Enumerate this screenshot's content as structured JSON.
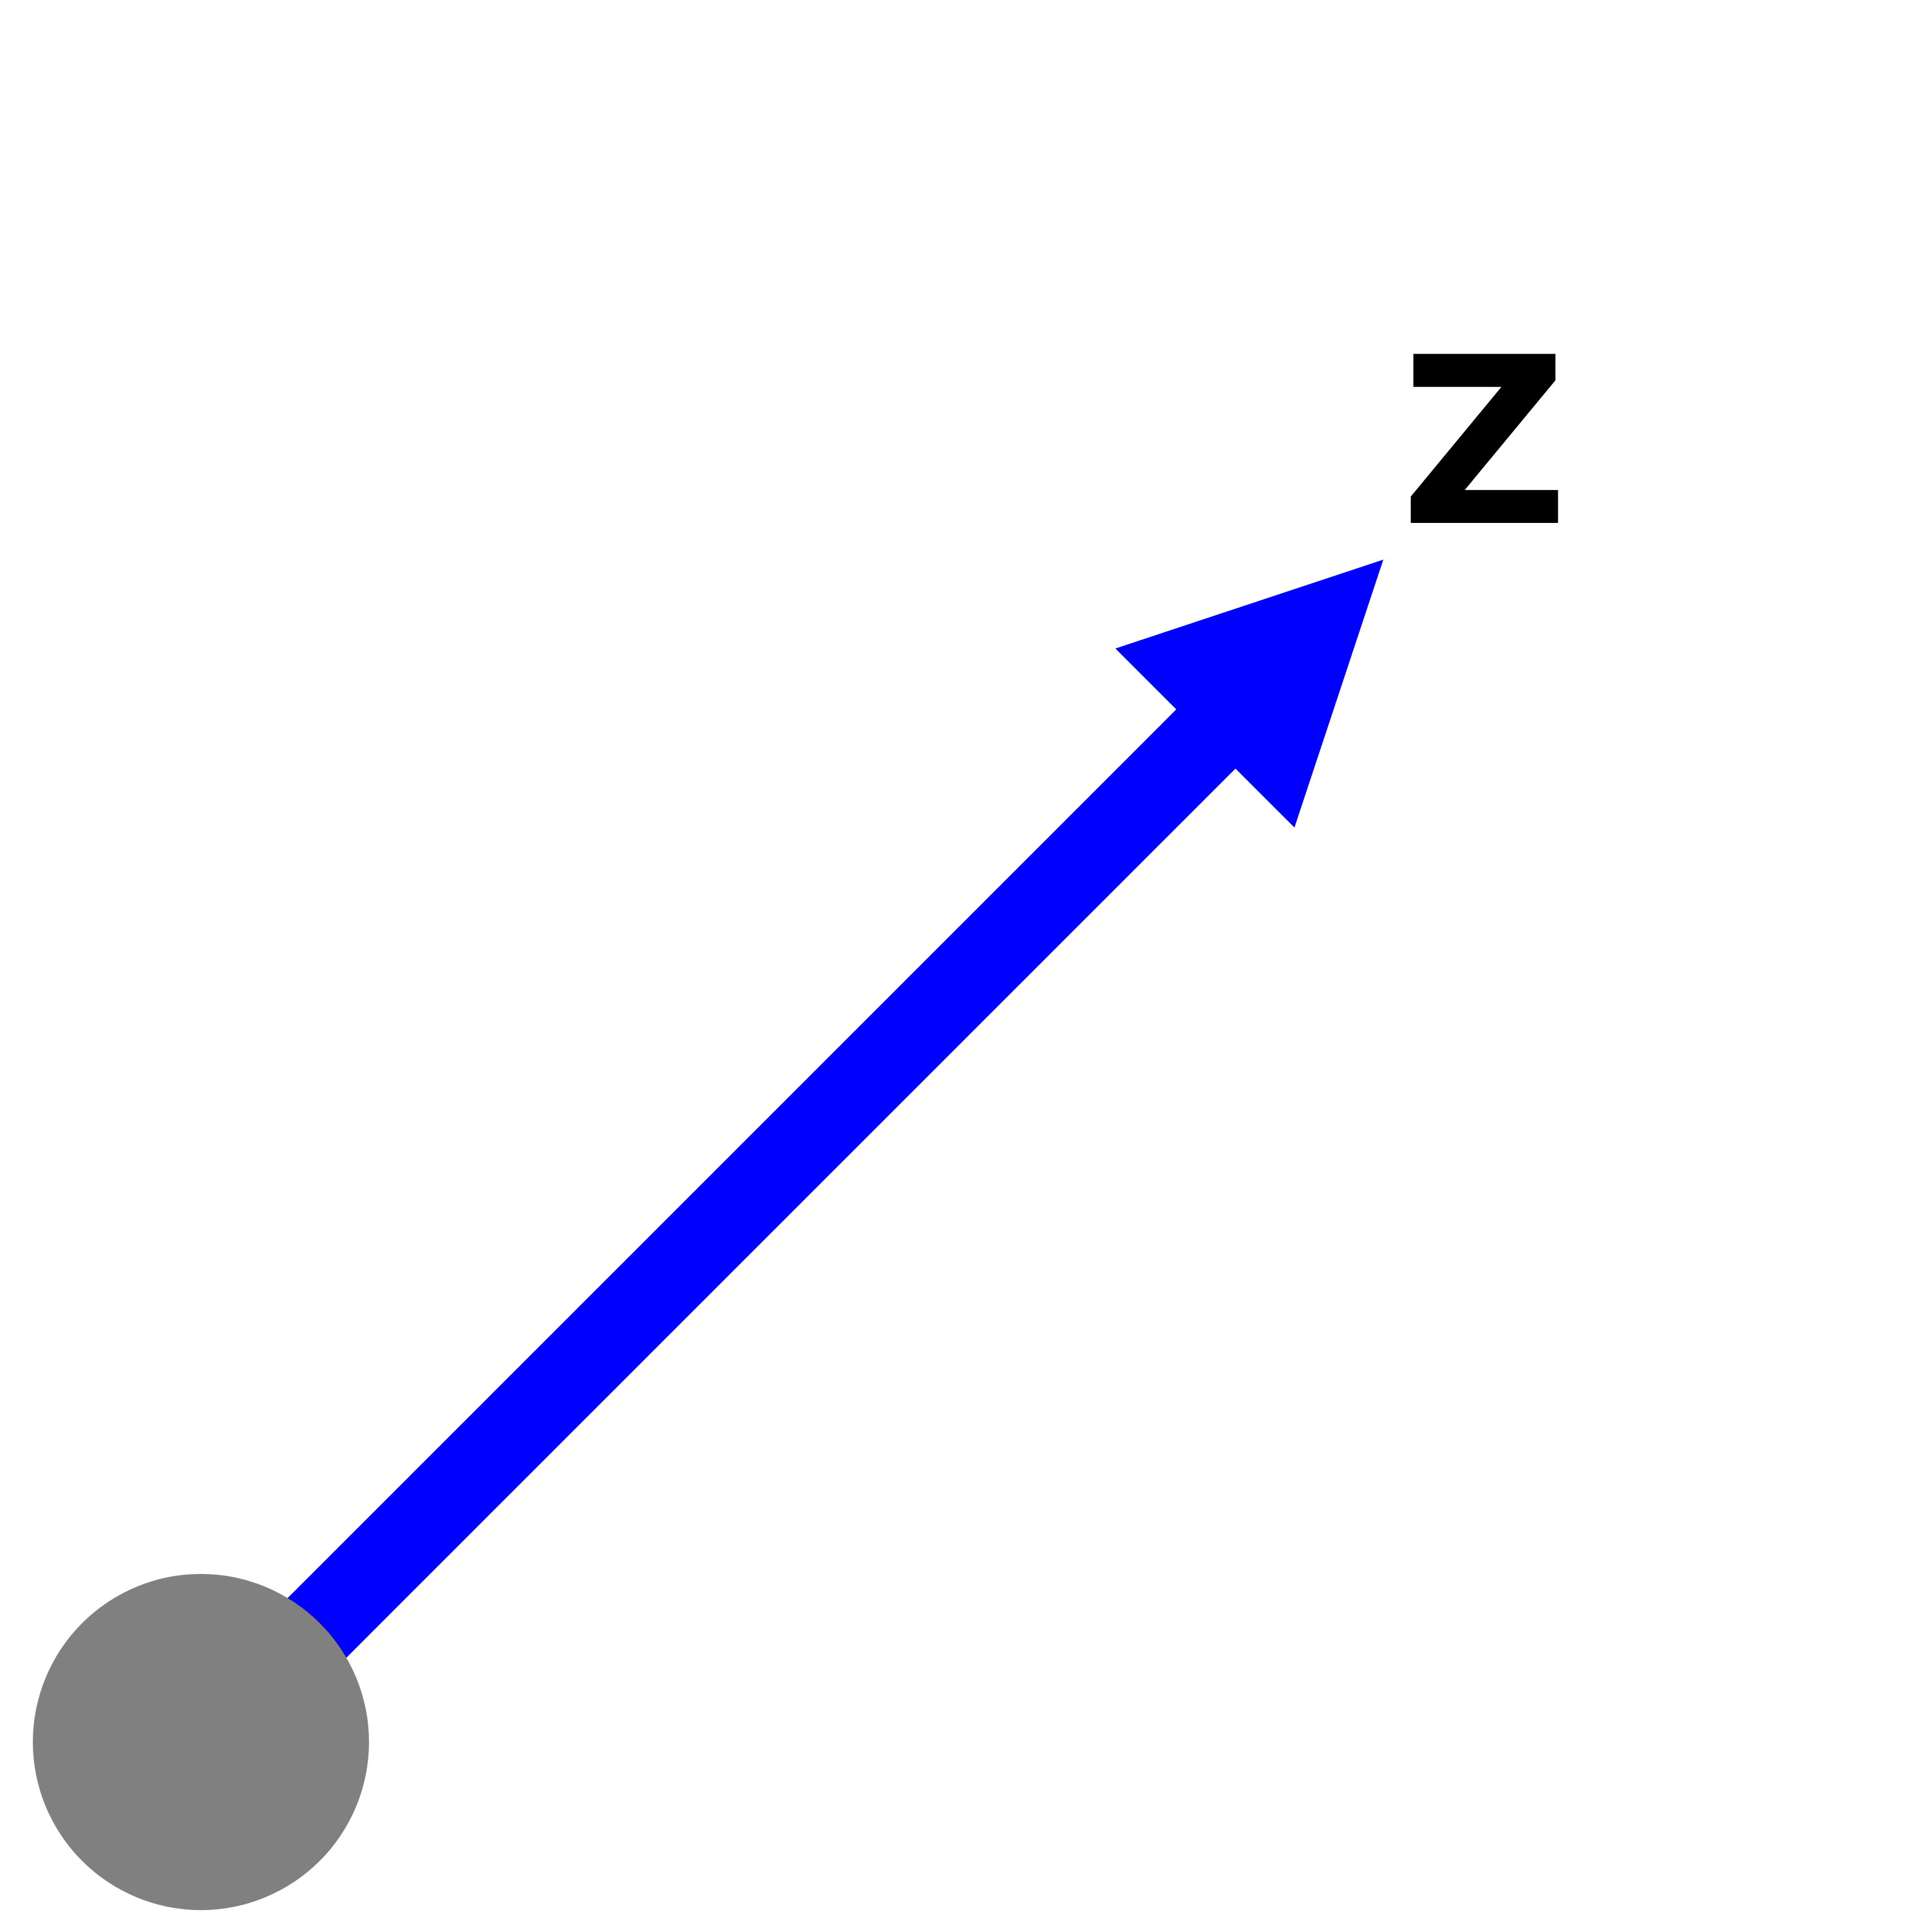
{
  "diagram": {
    "axis_label": "Z",
    "colors": {
      "arrow": "#0000ff",
      "origin_dot": "#808080",
      "label": "#000000",
      "background": "#ffffff"
    },
    "elements": {
      "origin": "origin-dot",
      "vector": "z-axis-arrow"
    }
  }
}
